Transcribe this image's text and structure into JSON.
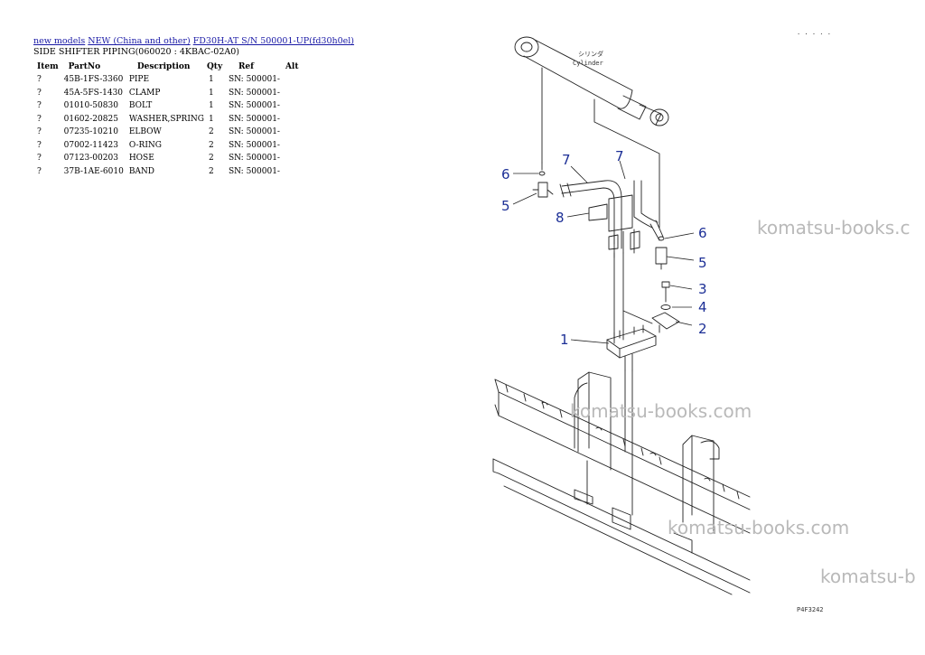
{
  "breadcrumb": {
    "link1": "new models",
    "link2": "NEW (China and other)",
    "link3": "FD30H-AT S/N 500001-UP(fd30h0el)"
  },
  "page_title": "SIDE SHIFTER PIPING(060020 : 4KBAC-02A0)",
  "table": {
    "headers": [
      "Item",
      "PartNo",
      "Description",
      "Qty",
      "Ref",
      "Alt"
    ],
    "rows": [
      {
        "item": "?",
        "part": "45B-1FS-3360",
        "desc": "PIPE",
        "qty": "1",
        "ref": "SN: 500001-",
        "alt": ""
      },
      {
        "item": "?",
        "part": "45A-5FS-1430",
        "desc": "CLAMP",
        "qty": "1",
        "ref": "SN: 500001-",
        "alt": ""
      },
      {
        "item": "?",
        "part": "01010-50830",
        "desc": "BOLT",
        "qty": "1",
        "ref": "SN: 500001-",
        "alt": ""
      },
      {
        "item": "?",
        "part": "01602-20825",
        "desc": "WASHER,SPRING",
        "qty": "1",
        "ref": "SN: 500001-",
        "alt": ""
      },
      {
        "item": "?",
        "part": "07235-10210",
        "desc": "ELBOW",
        "qty": "2",
        "ref": "SN: 500001-",
        "alt": ""
      },
      {
        "item": "?",
        "part": "07002-11423",
        "desc": "O-RING",
        "qty": "2",
        "ref": "SN: 500001-",
        "alt": ""
      },
      {
        "item": "?",
        "part": "07123-00203",
        "desc": "HOSE",
        "qty": "2",
        "ref": "SN: 500001-",
        "alt": ""
      },
      {
        "item": "?",
        "part": "37B-1AE-6010",
        "desc": "BAND",
        "qty": "2",
        "ref": "SN: 500001-",
        "alt": ""
      }
    ]
  },
  "diagram": {
    "cylinder_label_jp": "シリンダ",
    "cylinder_label": "Cylinder",
    "callouts": {
      "c1": "1",
      "c2": "2",
      "c3": "3",
      "c4": "4",
      "c5a": "5",
      "c5b": "5",
      "c6a": "6",
      "c6b": "6",
      "c7a": "7",
      "c7b": "7",
      "c8": "8"
    },
    "drawing_code": "P4F3242",
    "corner_code": "· · · · ·"
  },
  "watermarks": {
    "w1": "komatsu-books.c",
    "w2": "komatsu-books.com",
    "w3": "komatsu-books.com",
    "w4": "komatsu-b"
  }
}
